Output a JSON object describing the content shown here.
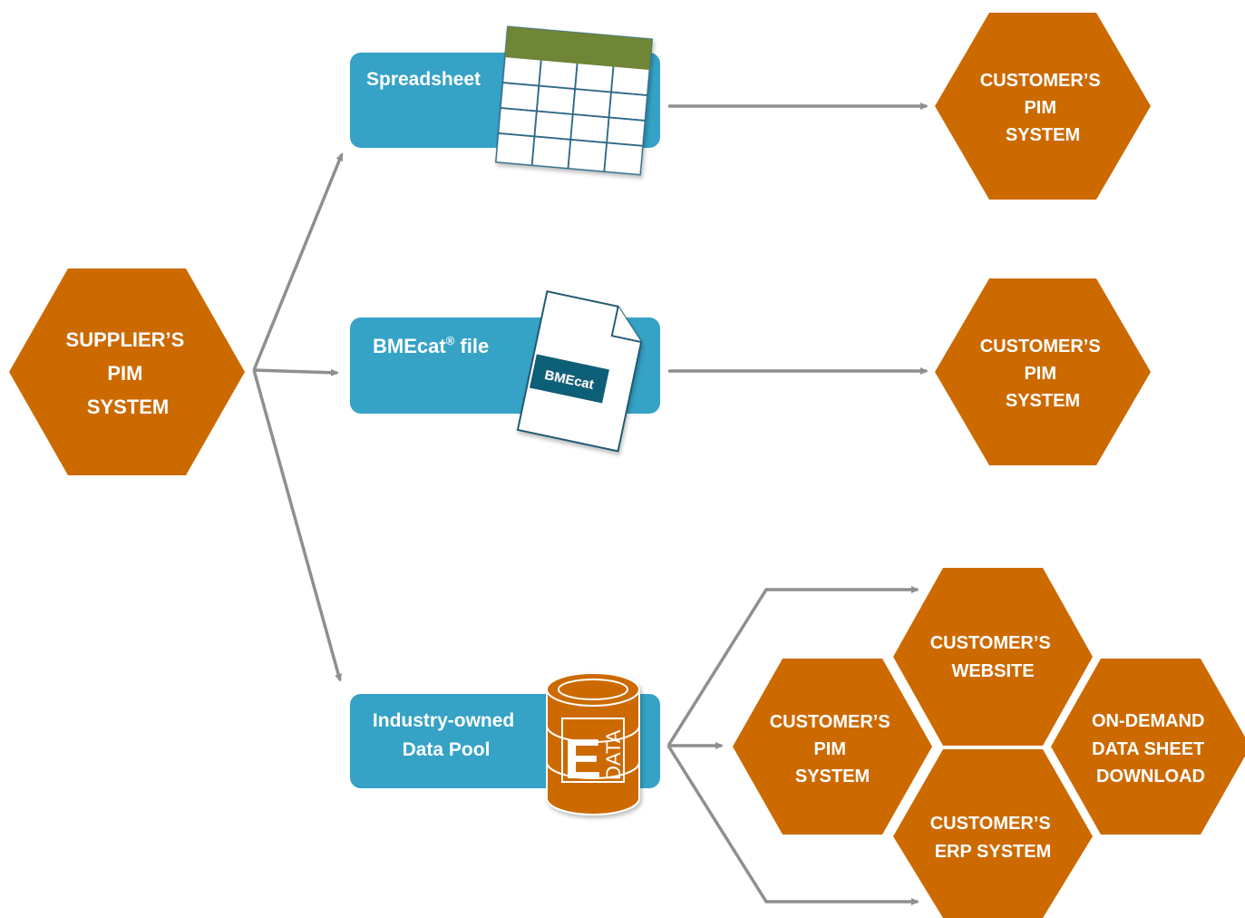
{
  "colors": {
    "hex_fill": "#CC6A00",
    "box_fill": "#35A2C6",
    "arrow": "#8F8F8F",
    "sheet_header": "#6E8634",
    "sheet_lines": "#2E6B8A",
    "badge_fill": "#0F5E78"
  },
  "supplier": {
    "lines": [
      "SUPPLIER’S",
      "PIM",
      "SYSTEM"
    ]
  },
  "channels": {
    "spreadsheet": {
      "label": "Spreadsheet",
      "icon": "spreadsheet-icon"
    },
    "bmecat": {
      "label": "BMEcat",
      "superscript": "®",
      "suffix": " file",
      "badge": "BMEcat",
      "icon": "document-icon"
    },
    "datapool": {
      "lines": [
        "Industry-owned",
        "Data Pool"
      ],
      "icon": "database-icon",
      "db_label": "DATA",
      "db_letter": "E"
    }
  },
  "targets": {
    "spreadsheet_target": {
      "lines": [
        "CUSTOMER’S",
        "PIM",
        "SYSTEM"
      ]
    },
    "bmecat_target": {
      "lines": [
        "CUSTOMER’S",
        "PIM",
        "SYSTEM"
      ]
    },
    "cluster": {
      "website": {
        "lines": [
          "CUSTOMER’S",
          "WEBSITE"
        ]
      },
      "pim": {
        "lines": [
          "CUSTOMER’S",
          "PIM",
          "SYSTEM"
        ]
      },
      "datasheet": {
        "lines": [
          "ON-DEMAND",
          "DATA SHEET",
          "DOWNLOAD"
        ]
      },
      "erp": {
        "lines": [
          "CUSTOMER’S",
          "ERP SYSTEM"
        ]
      }
    }
  }
}
